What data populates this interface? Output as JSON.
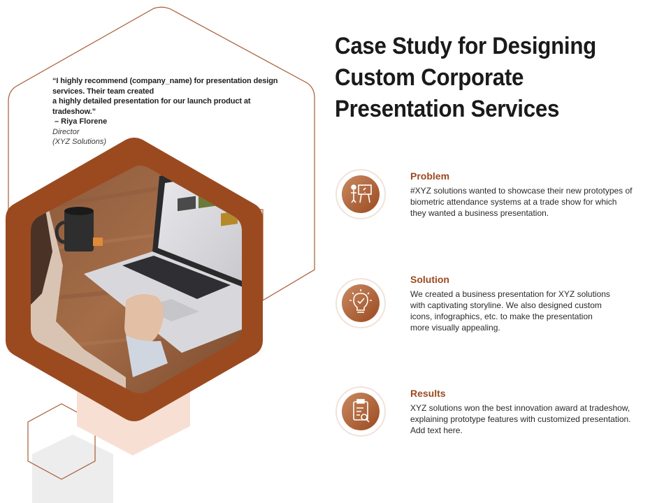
{
  "slide": {
    "title_lines": [
      "Case Study for Designing",
      "Custom Corporate",
      "Presentation Services"
    ],
    "testimonial": {
      "quote_lines": [
        "“I highly recommend (company_name) for presentation design",
        "services.  Their team created",
        "a highly detailed presentation for our launch product  at",
        "tradeshow.”"
      ],
      "author": "– Riya Florene",
      "role": "Director",
      "company": "(XYZ Solutions)"
    },
    "items": [
      {
        "heading": "Problem",
        "icon": "presentation-board-icon",
        "lines": [
          "#XYZ solutions wanted to showcase their new prototypes of",
          "biometric attendance systems at a trade show for which",
          "they wanted a business presentation."
        ]
      },
      {
        "heading": "Solution",
        "icon": "lightbulb-check-icon",
        "lines": [
          "We created a business presentation for XYZ solutions",
          "with captivating storyline. We also designed custom",
          "icons, infographics, etc. to make the presentation",
          "more visually appealing."
        ]
      },
      {
        "heading": "Results",
        "icon": "clipboard-search-icon",
        "lines": [
          "XYZ solutions won the best innovation award at tradeshow,",
          "explaining prototype features with customized presentation.",
          "Add text here."
        ]
      }
    ],
    "colors": {
      "accent": "#9b4a20",
      "accent_light": "#f6ddd0",
      "gray_hex": "#eeeeee"
    }
  }
}
